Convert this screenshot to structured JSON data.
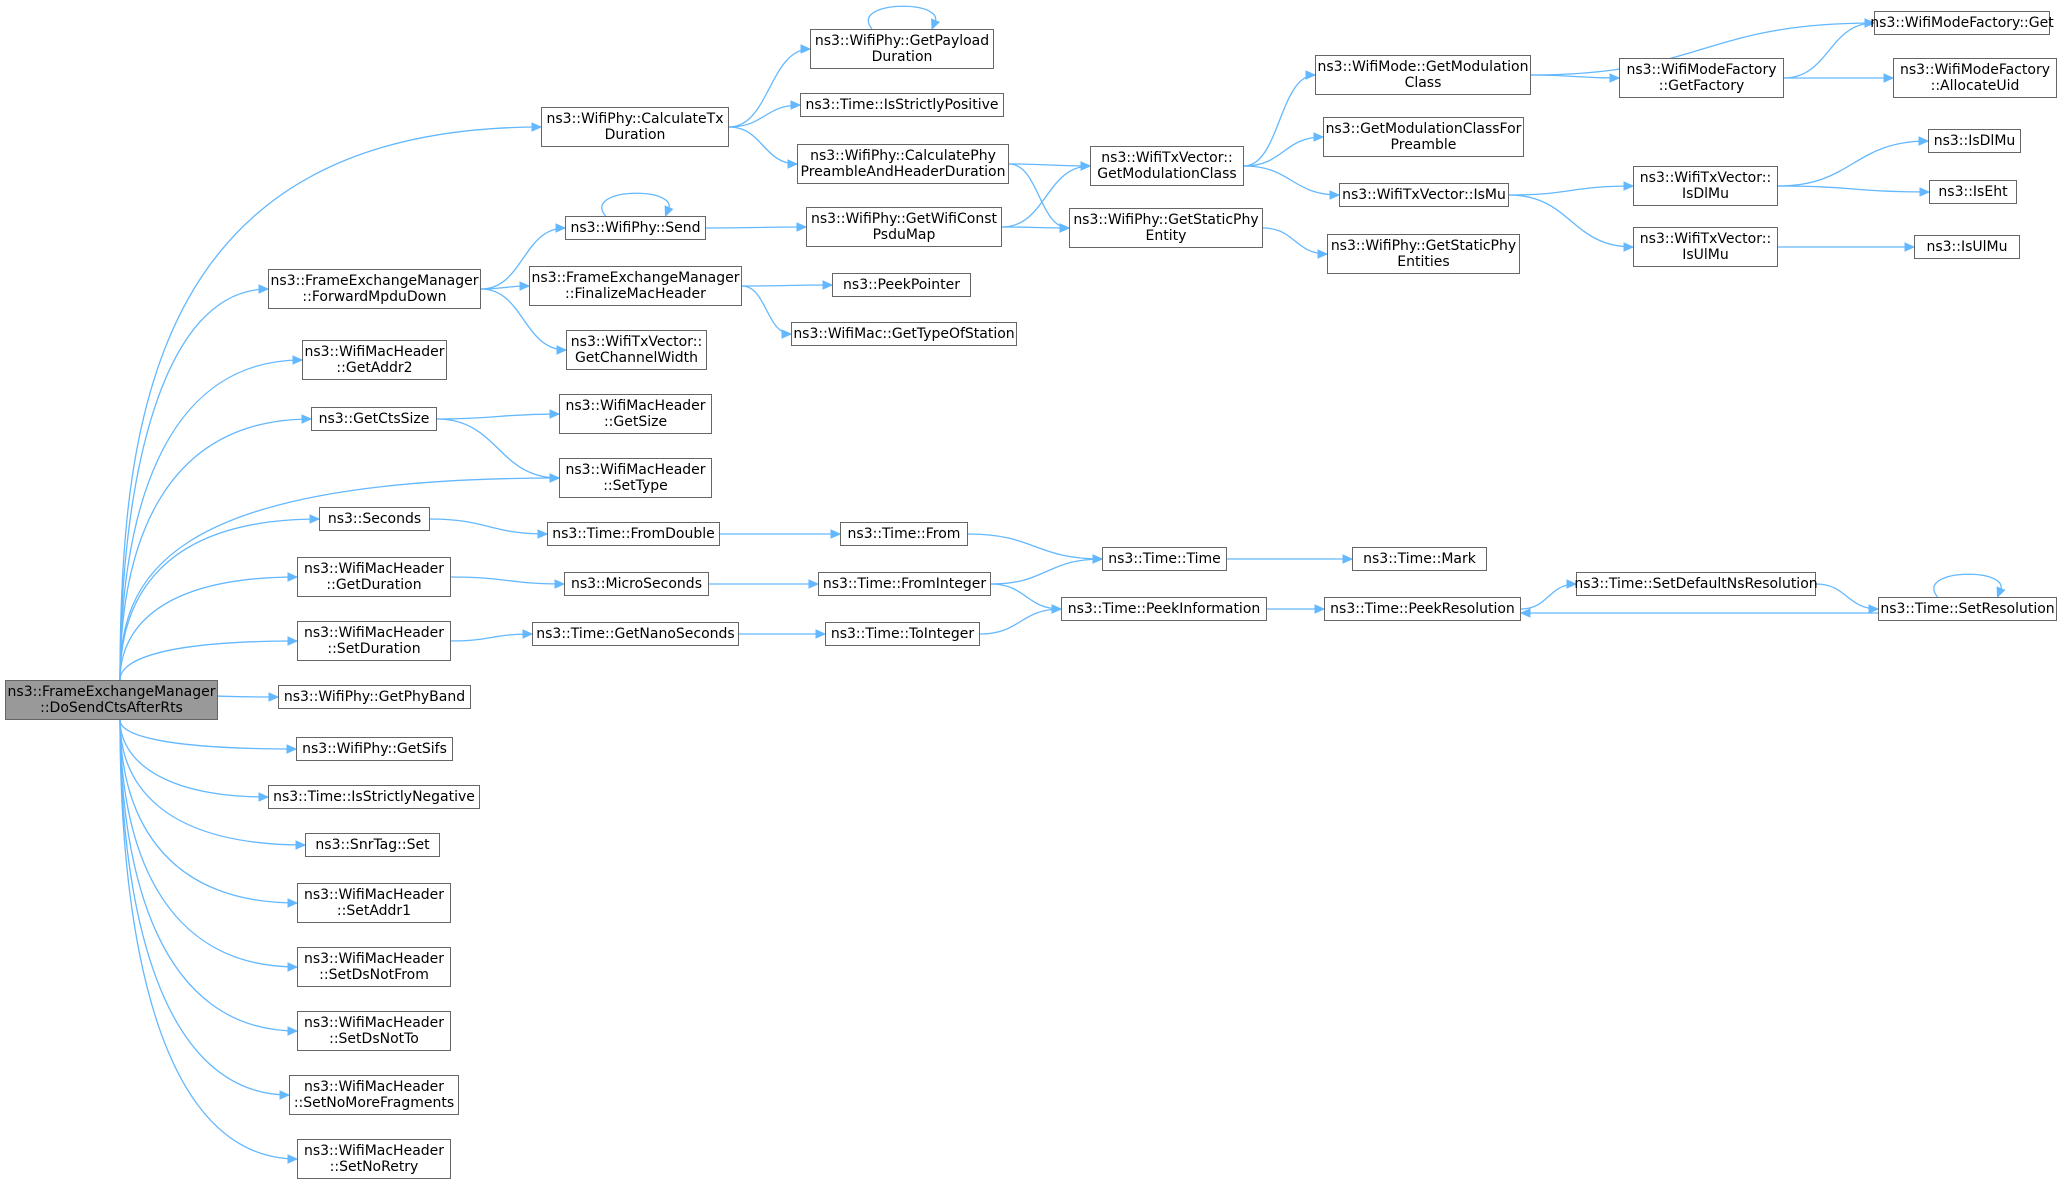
{
  "graph": {
    "edge_color": "#63b8ff",
    "root_fill": "#999999",
    "node_fill": "#ffffff",
    "node_border": "#666666",
    "nodes": [
      {
        "id": "root",
        "label": "ns3::FrameExchangeManager\n::DoSendCtsAfterRts",
        "root": true
      },
      {
        "id": "calcTxDur",
        "label": "ns3::WifiPhy::CalculateTx\nDuration"
      },
      {
        "id": "getPayloadDur",
        "label": "ns3::WifiPhy::GetPayload\nDuration"
      },
      {
        "id": "isStrictlyPositive",
        "label": "ns3::Time::IsStrictlyPositive"
      },
      {
        "id": "calcPhyPreamble",
        "label": "ns3::WifiPhy::CalculatePhy\nPreambleAndHeaderDuration"
      },
      {
        "id": "txvGetModClass",
        "label": "ns3::WifiTxVector::\nGetModulationClass"
      },
      {
        "id": "modeGetModClass",
        "label": "ns3::WifiMode::GetModulation\nClass"
      },
      {
        "id": "modeFactoryGetFactory",
        "label": "ns3::WifiModeFactory\n::GetFactory"
      },
      {
        "id": "modeFactoryGet",
        "label": "ns3::WifiModeFactory::Get"
      },
      {
        "id": "modeFactoryAllocateUid",
        "label": "ns3::WifiModeFactory\n::AllocateUid"
      },
      {
        "id": "getModClassForPreamble",
        "label": "ns3::GetModulationClassFor\nPreamble"
      },
      {
        "id": "txvIsMu",
        "label": "ns3::WifiTxVector::IsMu"
      },
      {
        "id": "txvIsDlMu",
        "label": "ns3::WifiTxVector::\nIsDlMu"
      },
      {
        "id": "txvIsUlMu",
        "label": "ns3::WifiTxVector::\nIsUlMu"
      },
      {
        "id": "isDlMu",
        "label": "ns3::IsDlMu"
      },
      {
        "id": "isEht",
        "label": "ns3::IsEht"
      },
      {
        "id": "isUlMu",
        "label": "ns3::IsUlMu"
      },
      {
        "id": "getStaticPhyEntity",
        "label": "ns3::WifiPhy::GetStaticPhy\nEntity"
      },
      {
        "id": "getStaticPhyEntities",
        "label": "ns3::WifiPhy::GetStaticPhy\nEntities"
      },
      {
        "id": "phySend",
        "label": "ns3::WifiPhy::Send"
      },
      {
        "id": "getWifiConstPsduMap",
        "label": "ns3::WifiPhy::GetWifiConst\nPsduMap"
      },
      {
        "id": "forwardMpduDown",
        "label": "ns3::FrameExchangeManager\n::ForwardMpduDown"
      },
      {
        "id": "finalizeMacHeader",
        "label": "ns3::FrameExchangeManager\n::FinalizeMacHeader"
      },
      {
        "id": "peekPointer",
        "label": "ns3::PeekPointer"
      },
      {
        "id": "getTypeOfStation",
        "label": "ns3::WifiMac::GetTypeOfStation"
      },
      {
        "id": "getChannelWidth",
        "label": "ns3::WifiTxVector::\nGetChannelWidth"
      },
      {
        "id": "getAddr2",
        "label": "ns3::WifiMacHeader\n::GetAddr2"
      },
      {
        "id": "getCtsSize",
        "label": "ns3::GetCtsSize"
      },
      {
        "id": "getSize",
        "label": "ns3::WifiMacHeader\n::GetSize"
      },
      {
        "id": "setType",
        "label": "ns3::WifiMacHeader\n::SetType"
      },
      {
        "id": "seconds",
        "label": "ns3::Seconds"
      },
      {
        "id": "fromDouble",
        "label": "ns3::Time::FromDouble"
      },
      {
        "id": "timeFrom",
        "label": "ns3::Time::From"
      },
      {
        "id": "timeTime",
        "label": "ns3::Time::Time"
      },
      {
        "id": "timeMark",
        "label": "ns3::Time::Mark"
      },
      {
        "id": "getDuration",
        "label": "ns3::WifiMacHeader\n::GetDuration"
      },
      {
        "id": "microSeconds",
        "label": "ns3::MicroSeconds"
      },
      {
        "id": "fromInteger",
        "label": "ns3::Time::FromInteger"
      },
      {
        "id": "peekInformation",
        "label": "ns3::Time::PeekInformation"
      },
      {
        "id": "peekResolution",
        "label": "ns3::Time::PeekResolution"
      },
      {
        "id": "setDefaultNsResolution",
        "label": "ns3::Time::SetDefaultNsResolution"
      },
      {
        "id": "setResolution",
        "label": "ns3::Time::SetResolution"
      },
      {
        "id": "setDuration",
        "label": "ns3::WifiMacHeader\n::SetDuration"
      },
      {
        "id": "getNanoSeconds",
        "label": "ns3::Time::GetNanoSeconds"
      },
      {
        "id": "toInteger",
        "label": "ns3::Time::ToInteger"
      },
      {
        "id": "getPhyBand",
        "label": "ns3::WifiPhy::GetPhyBand"
      },
      {
        "id": "getSifs",
        "label": "ns3::WifiPhy::GetSifs"
      },
      {
        "id": "isStrictlyNegative",
        "label": "ns3::Time::IsStrictlyNegative"
      },
      {
        "id": "snrTagSet",
        "label": "ns3::SnrTag::Set"
      },
      {
        "id": "setAddr1",
        "label": "ns3::WifiMacHeader\n::SetAddr1"
      },
      {
        "id": "setDsNotFrom",
        "label": "ns3::WifiMacHeader\n::SetDsNotFrom"
      },
      {
        "id": "setDsNotTo",
        "label": "ns3::WifiMacHeader\n::SetDsNotTo"
      },
      {
        "id": "setNoMoreFragments",
        "label": "ns3::WifiMacHeader\n::SetNoMoreFragments"
      },
      {
        "id": "setNoRetry",
        "label": "ns3::WifiMacHeader\n::SetNoRetry"
      }
    ],
    "edges": [
      [
        "root",
        "calcTxDur"
      ],
      [
        "root",
        "forwardMpduDown"
      ],
      [
        "root",
        "getAddr2"
      ],
      [
        "root",
        "getCtsSize"
      ],
      [
        "root",
        "setType"
      ],
      [
        "root",
        "seconds"
      ],
      [
        "root",
        "getDuration"
      ],
      [
        "root",
        "setDuration"
      ],
      [
        "root",
        "getPhyBand"
      ],
      [
        "root",
        "getSifs"
      ],
      [
        "root",
        "isStrictlyNegative"
      ],
      [
        "root",
        "snrTagSet"
      ],
      [
        "root",
        "setAddr1"
      ],
      [
        "root",
        "setDsNotFrom"
      ],
      [
        "root",
        "setDsNotTo"
      ],
      [
        "root",
        "setNoMoreFragments"
      ],
      [
        "root",
        "setNoRetry"
      ],
      [
        "calcTxDur",
        "getPayloadDur"
      ],
      [
        "calcTxDur",
        "isStrictlyPositive"
      ],
      [
        "calcTxDur",
        "calcPhyPreamble"
      ],
      [
        "getPayloadDur",
        "getPayloadDur"
      ],
      [
        "calcPhyPreamble",
        "txvGetModClass"
      ],
      [
        "calcPhyPreamble",
        "getStaticPhyEntity"
      ],
      [
        "txvGetModClass",
        "modeGetModClass"
      ],
      [
        "txvGetModClass",
        "getModClassForPreamble"
      ],
      [
        "txvGetModClass",
        "txvIsMu"
      ],
      [
        "modeGetModClass",
        "modeFactoryGetFactory"
      ],
      [
        "modeGetModClass",
        "modeFactoryGet"
      ],
      [
        "modeFactoryGetFactory",
        "modeFactoryGet"
      ],
      [
        "modeFactoryGetFactory",
        "modeFactoryAllocateUid"
      ],
      [
        "txvIsMu",
        "txvIsDlMu"
      ],
      [
        "txvIsMu",
        "txvIsUlMu"
      ],
      [
        "txvIsDlMu",
        "isDlMu"
      ],
      [
        "txvIsDlMu",
        "isEht"
      ],
      [
        "txvIsUlMu",
        "isUlMu"
      ],
      [
        "getStaticPhyEntity",
        "getStaticPhyEntities"
      ],
      [
        "forwardMpduDown",
        "phySend"
      ],
      [
        "forwardMpduDown",
        "finalizeMacHeader"
      ],
      [
        "forwardMpduDown",
        "getChannelWidth"
      ],
      [
        "phySend",
        "phySend"
      ],
      [
        "phySend",
        "getWifiConstPsduMap"
      ],
      [
        "getWifiConstPsduMap",
        "txvGetModClass"
      ],
      [
        "getWifiConstPsduMap",
        "getStaticPhyEntity"
      ],
      [
        "finalizeMacHeader",
        "peekPointer"
      ],
      [
        "finalizeMacHeader",
        "getTypeOfStation"
      ],
      [
        "getCtsSize",
        "getSize"
      ],
      [
        "getCtsSize",
        "setType"
      ],
      [
        "seconds",
        "fromDouble"
      ],
      [
        "fromDouble",
        "timeFrom"
      ],
      [
        "timeFrom",
        "timeTime"
      ],
      [
        "timeTime",
        "timeMark"
      ],
      [
        "getDuration",
        "microSeconds"
      ],
      [
        "microSeconds",
        "fromInteger"
      ],
      [
        "fromInteger",
        "timeTime"
      ],
      [
        "fromInteger",
        "peekInformation"
      ],
      [
        "peekInformation",
        "peekResolution"
      ],
      [
        "peekResolution",
        "setDefaultNsResolution"
      ],
      [
        "setDefaultNsResolution",
        "setResolution"
      ],
      [
        "setResolution",
        "peekResolution"
      ],
      [
        "setResolution",
        "setResolution"
      ],
      [
        "setDuration",
        "getNanoSeconds"
      ],
      [
        "getNanoSeconds",
        "toInteger"
      ],
      [
        "toInteger",
        "peekInformation"
      ]
    ]
  }
}
